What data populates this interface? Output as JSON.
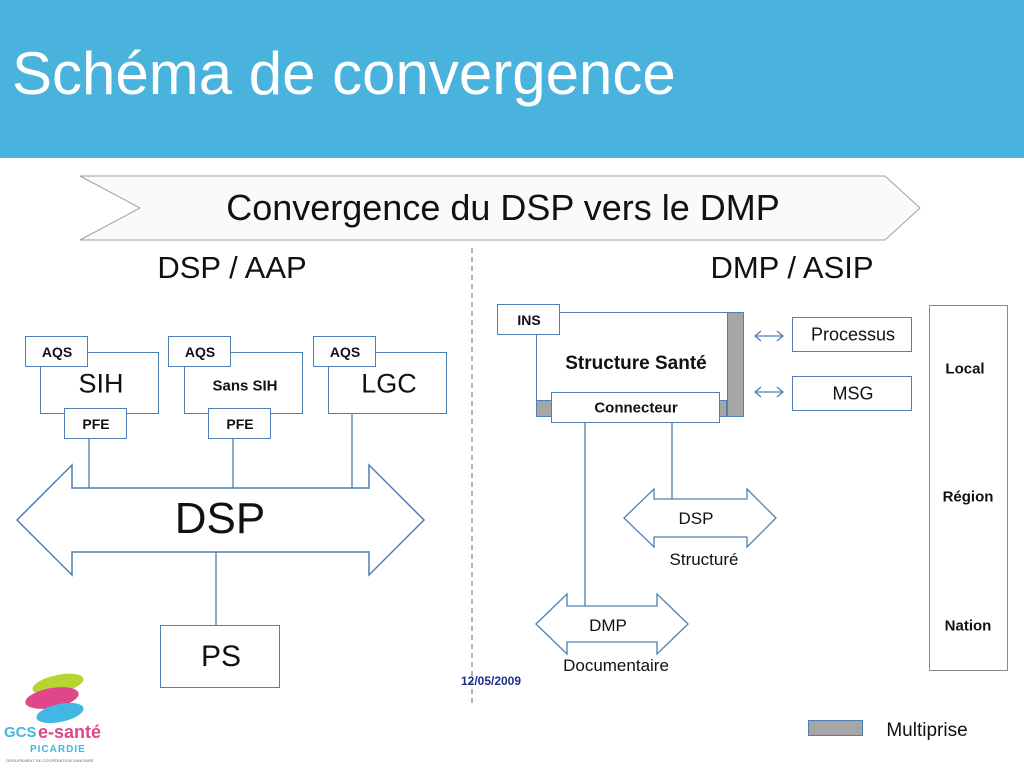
{
  "slide": {
    "title": "Schéma de convergence",
    "banner": "Convergence du DSP vers le DMP",
    "left_heading": "DSP / AAP",
    "right_heading": "DMP / ASIP",
    "date": "12/05/2009"
  },
  "left": {
    "aqs_labels": [
      "AQS",
      "AQS",
      "AQS"
    ],
    "systems": [
      "SIH",
      "Sans SIH",
      "LGC"
    ],
    "pfe_labels": [
      "PFE",
      "PFE"
    ],
    "dsp": "DSP",
    "ps": "PS"
  },
  "right": {
    "ins": "INS",
    "structure": "Structure Santé",
    "connecteur": "Connecteur",
    "processus": "Processus",
    "msg": "MSG",
    "dsp_structure_1": "DSP",
    "dsp_structure_2": "Structuré",
    "dmp_1": "DMP",
    "dmp_2": "Documentaire"
  },
  "levels": [
    "Local",
    "Région",
    "Nation"
  ],
  "legend": {
    "multiprise": "Multiprise"
  },
  "logo": {
    "text_1": "GCS",
    "text_2": "e-santé",
    "text_3": "PICARDIE",
    "text_4": "GROUPEMENT DE COOPÉRATION SANITAIRE"
  },
  "colors": {
    "header": "#4ab3dd",
    "stroke": "#4f7fb3",
    "multiprise": "#a6a6a6",
    "date": "#1f2e8a"
  }
}
